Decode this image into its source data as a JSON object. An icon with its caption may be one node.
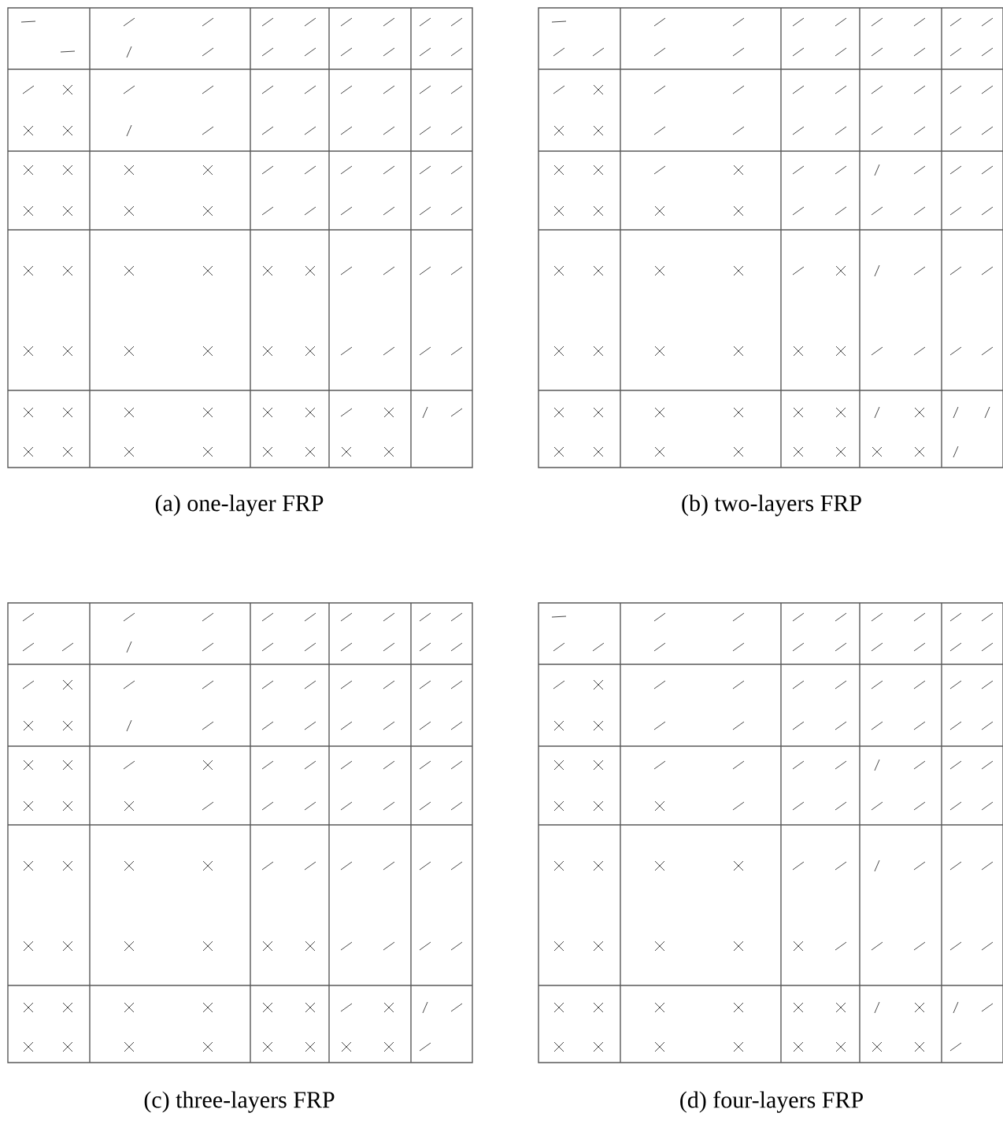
{
  "diagram": {
    "labels": [
      "(a) one-layer FRP",
      "(b) two-layers FRP",
      "(c) three-layers FRP",
      "(d) four-layers FRP"
    ]
  }
}
